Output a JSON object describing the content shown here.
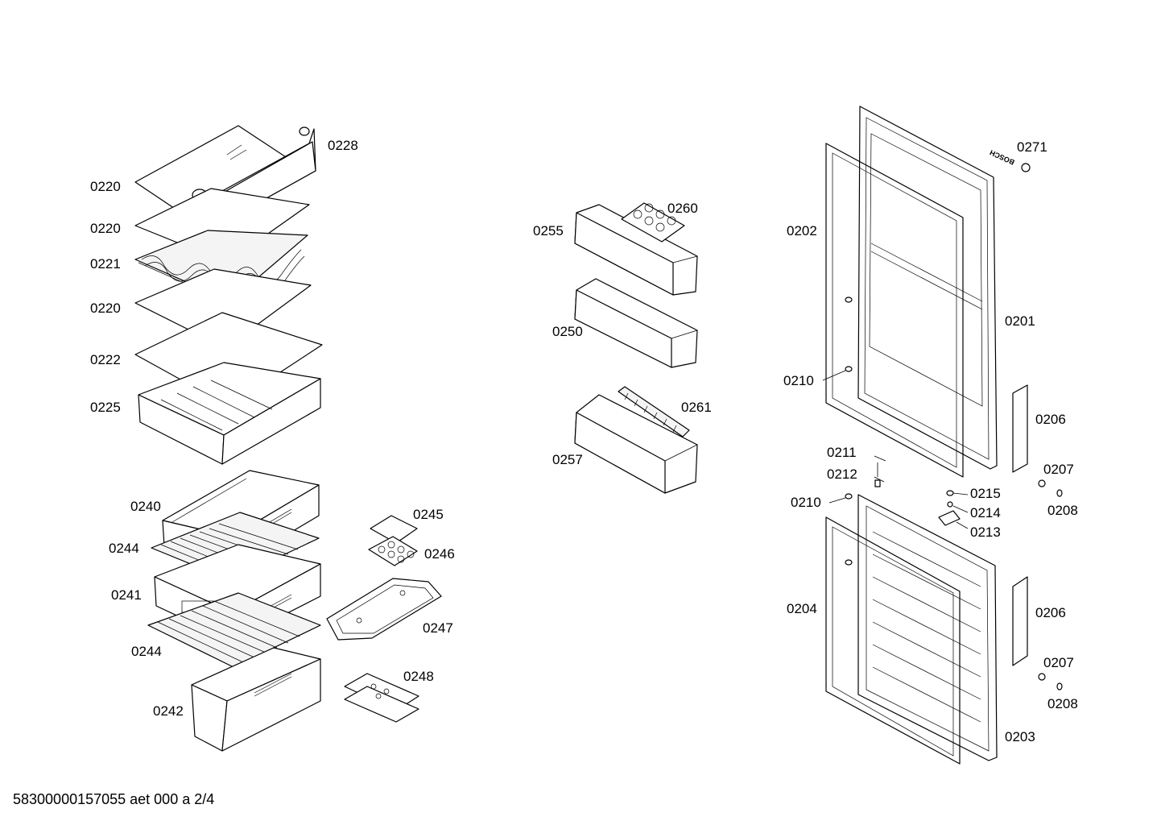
{
  "labels": {
    "l0228": "0228",
    "l0220a": "0220",
    "l0220b": "0220",
    "l0221": "0221",
    "l0220c": "0220",
    "l0222": "0222",
    "l0225": "0225",
    "l0240": "0240",
    "l0244a": "0244",
    "l0241": "0241",
    "l0244b": "0244",
    "l0242": "0242",
    "l0245": "0245",
    "l0246": "0246",
    "l0247": "0247",
    "l0248": "0248",
    "l0260": "0260",
    "l0255": "0255",
    "l0250": "0250",
    "l0261": "0261",
    "l0257": "0257",
    "l0271": "0271",
    "l0202": "0202",
    "l0201": "0201",
    "l0210a": "0210",
    "l0206a": "0206",
    "l0211": "0211",
    "l0212": "0212",
    "l0207a": "0207",
    "l0215": "0215",
    "l0208a": "0208",
    "l0210b": "0210",
    "l0214": "0214",
    "l0213": "0213",
    "l0204": "0204",
    "l0206b": "0206",
    "l0207b": "0207",
    "l0208b": "0208",
    "l0203": "0203"
  },
  "brand_mark": "BOSCH",
  "footer": "58300000157055 aet 000 a 2/4"
}
